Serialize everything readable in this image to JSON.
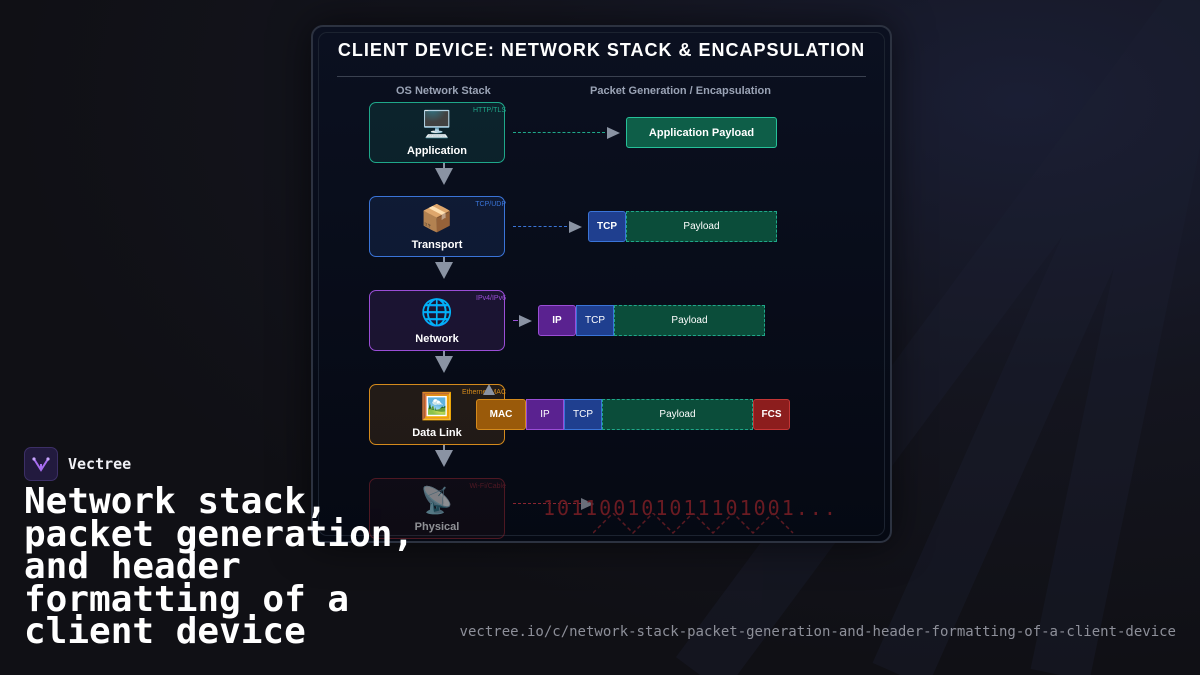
{
  "panel": {
    "title": "CLIENT DEVICE: NETWORK STACK & ENCAPSULATION",
    "col_stack": "OS Network Stack",
    "col_packet": "Packet Generation / Encapsulation"
  },
  "layers": [
    {
      "name": "Application",
      "proto": "HTTP/TLS",
      "icon": "desktop-computer-icon",
      "glyph": "🖥️",
      "color": "#1fa88a"
    },
    {
      "name": "Transport",
      "proto": "TCP/UDP",
      "icon": "package-icon",
      "glyph": "📦",
      "color": "#3a74d8"
    },
    {
      "name": "Network",
      "proto": "IPv4/IPv6",
      "icon": "globe-icon",
      "glyph": "🌐",
      "color": "#9a4ed6"
    },
    {
      "name": "Data Link",
      "proto": "Ethernet/MAC",
      "icon": "framed-picture-icon",
      "glyph": "🖼️",
      "color": "#d48a1c"
    },
    {
      "name": "Physical",
      "proto": "Wi-Fi/Cable",
      "icon": "satellite-antenna-icon",
      "glyph": "📡",
      "color": "#8a2530"
    }
  ],
  "packets": {
    "application": {
      "payload": "Application Payload"
    },
    "transport": {
      "tcp": "TCP",
      "payload": "Payload"
    },
    "network": {
      "ip": "IP",
      "tcp": "TCP",
      "payload": "Payload"
    },
    "datalink": {
      "mac": "MAC",
      "ip": "IP",
      "tcp": "TCP",
      "payload": "Payload",
      "fcs": "FCS"
    },
    "physical": {
      "bits": "101100101011101001..."
    }
  },
  "colors": {
    "payload": "#0b4d3a",
    "payload_border": "#1fa88a",
    "tcp": "#1f3f8f",
    "ip": "#5a2290",
    "mac": "#9a5a0a",
    "fcs": "#8c1d1d"
  },
  "brand": {
    "name": "Vectree",
    "logo_icon": "vectree-logo-icon"
  },
  "headline": "Network stack, packet generation, and header formatting of a client device",
  "url": "vectree.io/c/network-stack-packet-generation-and-header-formatting-of-a-client-device"
}
